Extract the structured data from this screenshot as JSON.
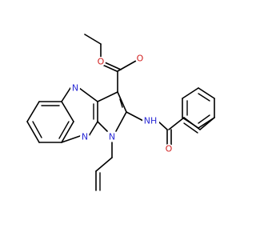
{
  "colors": {
    "background": "#ffffff",
    "bond": "#000000",
    "nitrogen": "#2a2ad6",
    "oxygen": "#d11f1f"
  },
  "atoms": {
    "n_upper": "N",
    "n_lower": "N",
    "n_pyrrole": "N",
    "o_ester_carbonyl": "O",
    "o_ester_ether": "O",
    "nh_amide": "NH",
    "o_amide": "O"
  }
}
